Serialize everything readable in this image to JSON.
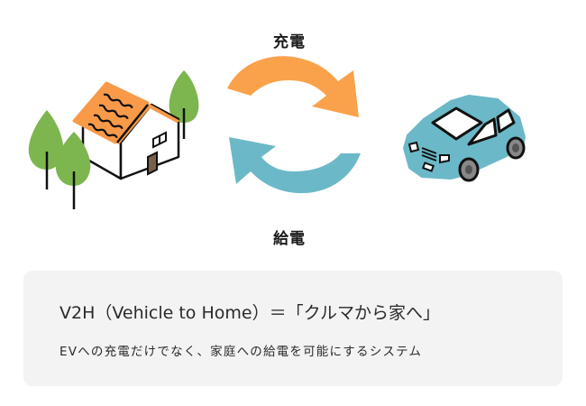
{
  "diagram": {
    "top_label": "充電",
    "bottom_label": "給電",
    "left_node": "house-with-trees",
    "right_node": "car",
    "colors": {
      "charge_arrow": "#F9A24B",
      "supply_arrow": "#6BB8C8",
      "roof": "#F89A48",
      "tree": "#7DB54F",
      "car_body": "#6BB8C8",
      "door": "#7A6048",
      "panel_bg": "#F3F3F3"
    }
  },
  "caption": {
    "title": "V2H（Vehicle to Home）＝「クルマから家へ」",
    "subtitle": "EVへの充電だけでなく、家庭への給電を可能にするシステム"
  }
}
